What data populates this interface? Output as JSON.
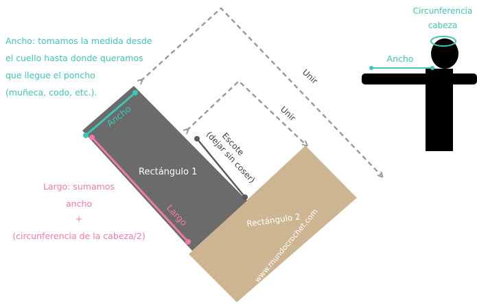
{
  "annotations": {
    "ancho_note": [
      "Ancho: tomamos la medida desde",
      "el cuello hasta donde queramos",
      "que llegue el poncho",
      "(muñeca, codo, etc.)."
    ],
    "largo_note": [
      "Largo: sumamos",
      "ancho",
      "+",
      "(circunferencia de la cabeza/2)"
    ]
  },
  "figure": {
    "circ_label_line1": "Circunferencia",
    "circ_label_line2": "cabeza",
    "ancho_label": "Ancho"
  },
  "shapes": {
    "rect1_label": "Rectángulo 1",
    "rect2_label": "Rectángulo 2",
    "ancho_on_rect": "Ancho",
    "largo_on_rect": "Largo",
    "escote_line1": "Escote",
    "escote_line2": "(dejar sin coser)",
    "unir_inner": "Unir",
    "unir_outer": "Unir",
    "watermark": "www.mundocrochet.com"
  },
  "colors": {
    "rect1": "#6b6b6b",
    "rect2": "#cdb592",
    "teal": "#3cc6b4",
    "pink": "#f27aa7",
    "arrow": "#9a9a9a",
    "figure": "#000000"
  }
}
